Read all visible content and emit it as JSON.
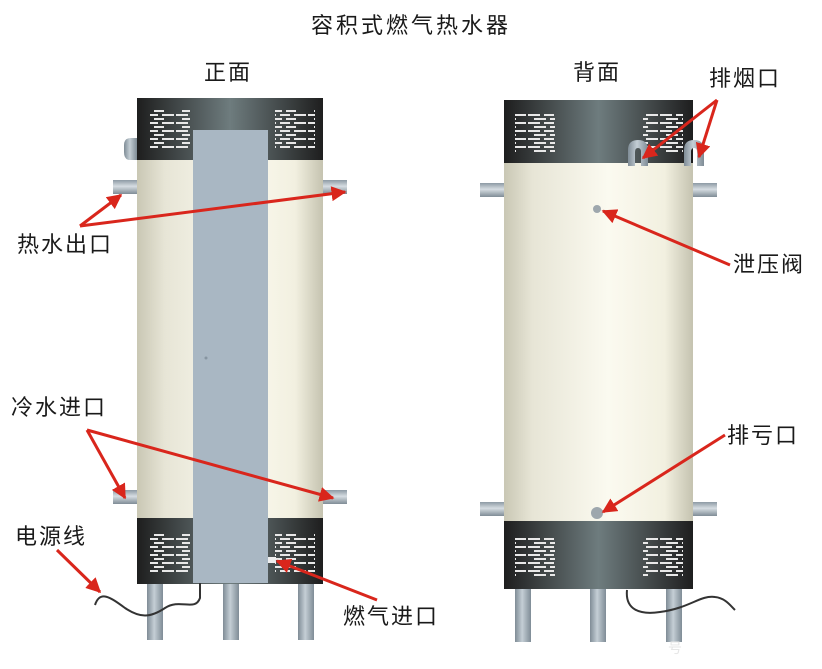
{
  "title": "容积式燃气热水器",
  "views": {
    "front": {
      "label": "正面"
    },
    "back": {
      "label": "背面"
    }
  },
  "callouts": {
    "hot_water_outlet": "热水出口",
    "cold_water_inlet": "冷水进口",
    "power_cord": "电源线",
    "gas_inlet": "燃气进口",
    "flue_outlet": "排烟口",
    "relief_valve": "泄压阀",
    "drain_outlet": "排亏口"
  },
  "colors": {
    "arrow": "#d9261c",
    "tank_body": "#f3f1e4",
    "top_band": "#2b2b2b",
    "front_panel": "#a9b7c3",
    "pipe": "#9aa7b1"
  },
  "watermark": "号"
}
